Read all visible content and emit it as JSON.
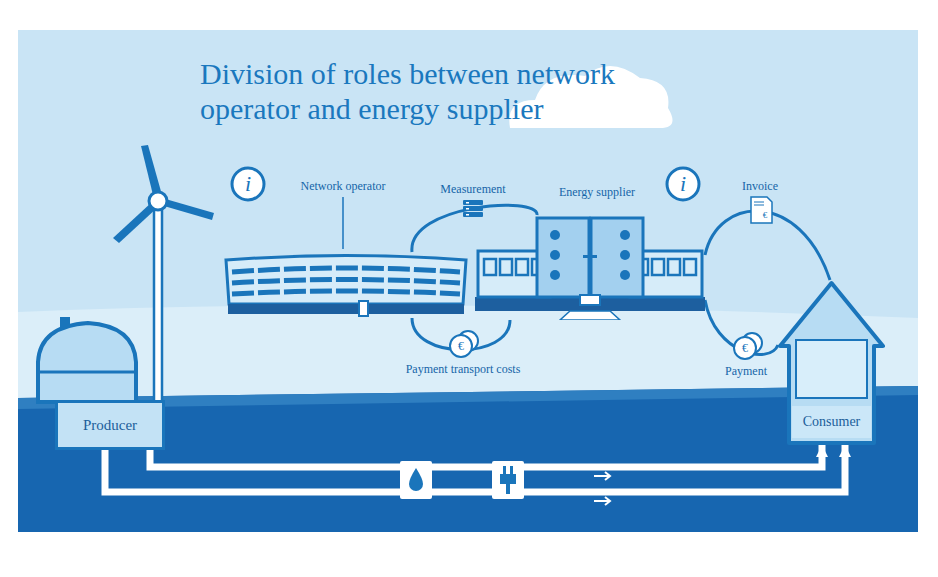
{
  "diagram": {
    "title": "Division of roles between network operator and energy supplier",
    "nodes": [
      {
        "text": [
          "Producer"
        ]
      },
      {
        "text": [
          "Network operator"
        ]
      },
      {
        "text": [
          "Energy supplier"
        ]
      },
      {
        "text": [
          "Consumer"
        ]
      }
    ],
    "edges": [
      {
        "from": 1,
        "to": 2,
        "label": "Measurement",
        "arrow": "none"
      },
      {
        "from": 2,
        "to": 1,
        "label": "Payment transport costs",
        "arrow": "none"
      },
      {
        "from": 2,
        "to": 3,
        "label": "Invoice",
        "arrow": "none"
      },
      {
        "from": 3,
        "to": 2,
        "label": "Payment",
        "arrow": "none"
      },
      {
        "from": 0,
        "to": 3,
        "arrow": "to"
      },
      {
        "from": 0,
        "to": 3,
        "arrow": "to"
      }
    ],
    "labels": [
      "i",
      "€",
      "i",
      "€",
      "€"
    ]
  }
}
